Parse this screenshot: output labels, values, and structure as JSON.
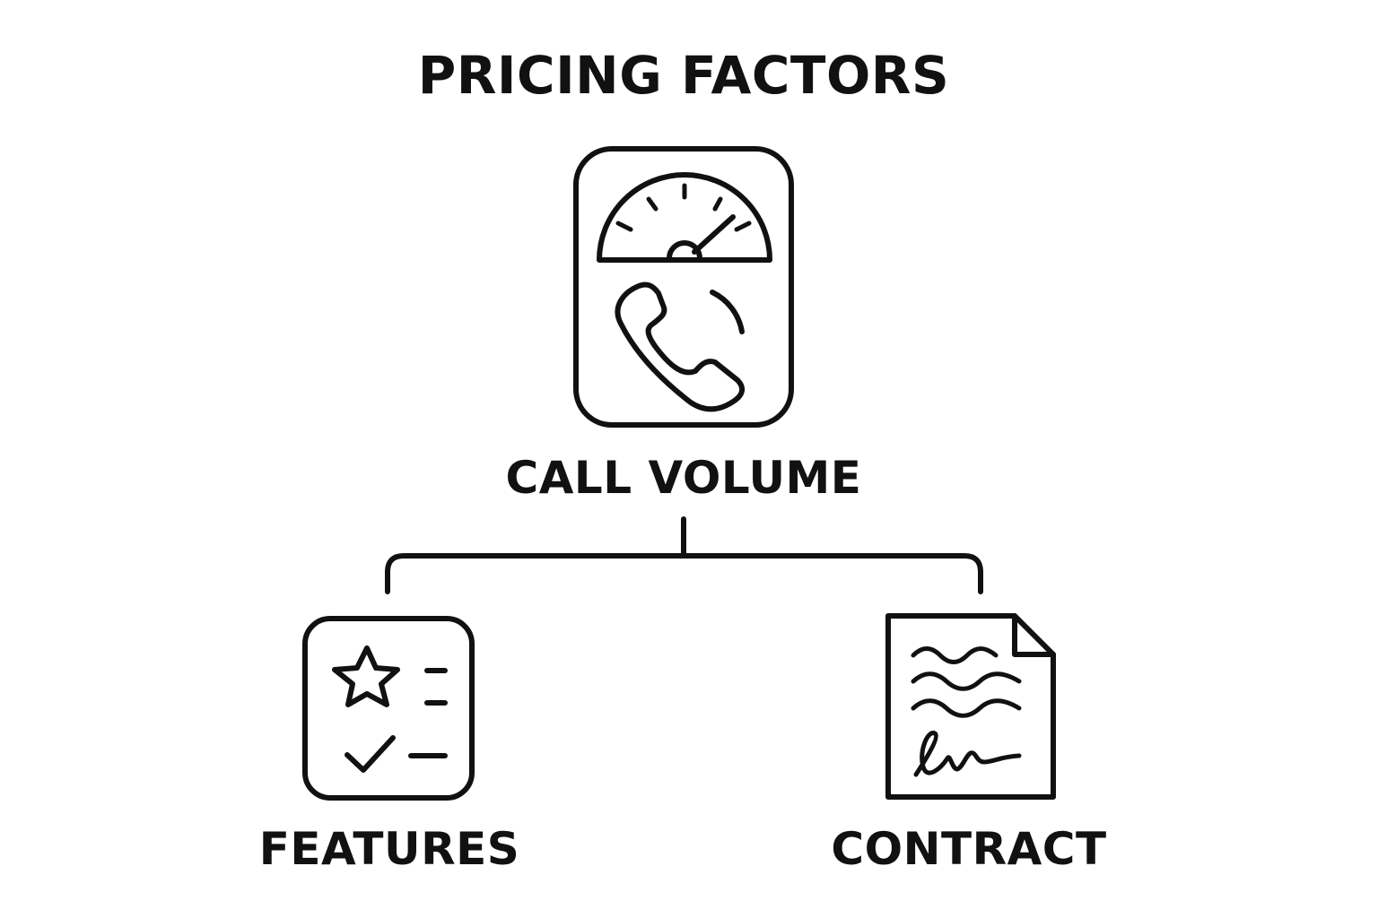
{
  "title": "PRICING FACTORS",
  "nodes": {
    "call_volume": {
      "label": "CALL VOLUME",
      "icon": "phone-gauge-icon"
    },
    "features": {
      "label": "FEATURES",
      "icon": "star-checklist-icon"
    },
    "contract": {
      "label": "CONTRACT",
      "icon": "signed-document-icon"
    }
  },
  "colors": {
    "stroke": "#111111",
    "background": "#ffffff"
  }
}
